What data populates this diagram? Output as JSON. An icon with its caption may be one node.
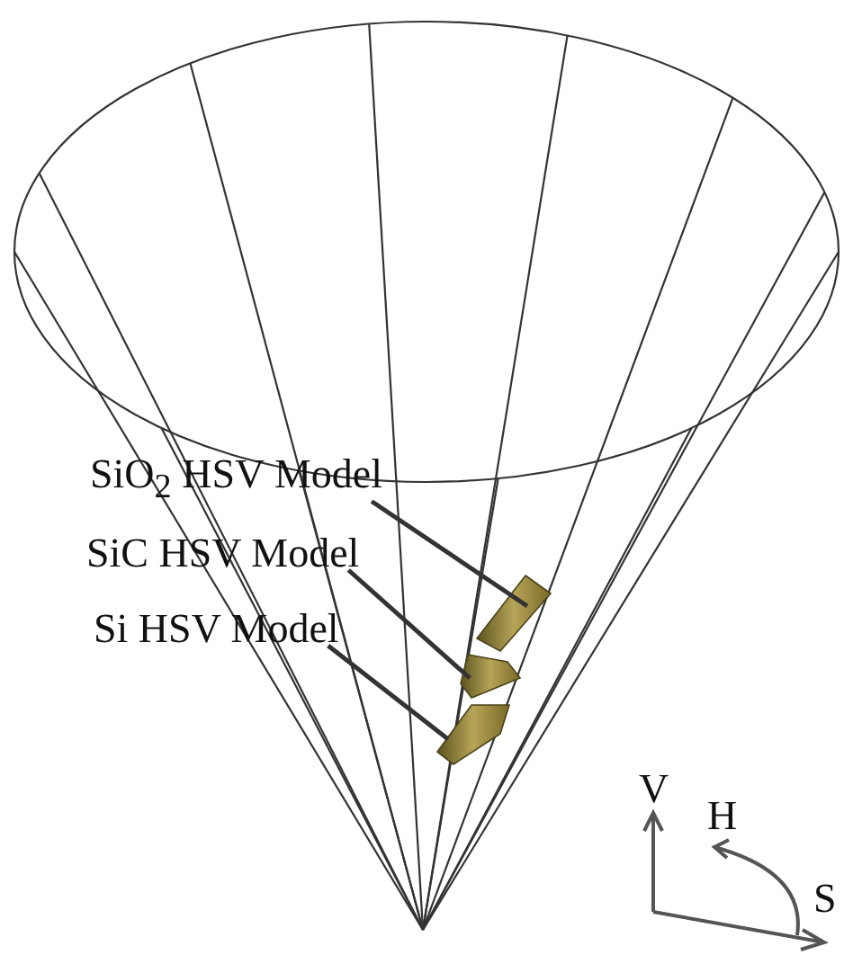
{
  "diagram": {
    "nodes": [
      {
        "text": [
          "SiO$_{2}$ HSV Model"
        ]
      },
      {
        "text": [
          "SiC HSV Model"
        ]
      },
      {
        "text": [
          "Si HSV Model"
        ]
      },
      {
        "text": [],
        "shape": "cylinder"
      },
      {
        "text": [],
        "shape": "cylinder"
      },
      {
        "text": [],
        "shape": "cylinder"
      }
    ],
    "edges": [
      {
        "from": 0,
        "to": 3,
        "arrow": "none"
      },
      {
        "from": 1,
        "to": 4,
        "arrow": "none"
      },
      {
        "from": 2,
        "to": 5,
        "arrow": "none"
      }
    ],
    "labels": [
      "V",
      "H",
      "S"
    ]
  }
}
